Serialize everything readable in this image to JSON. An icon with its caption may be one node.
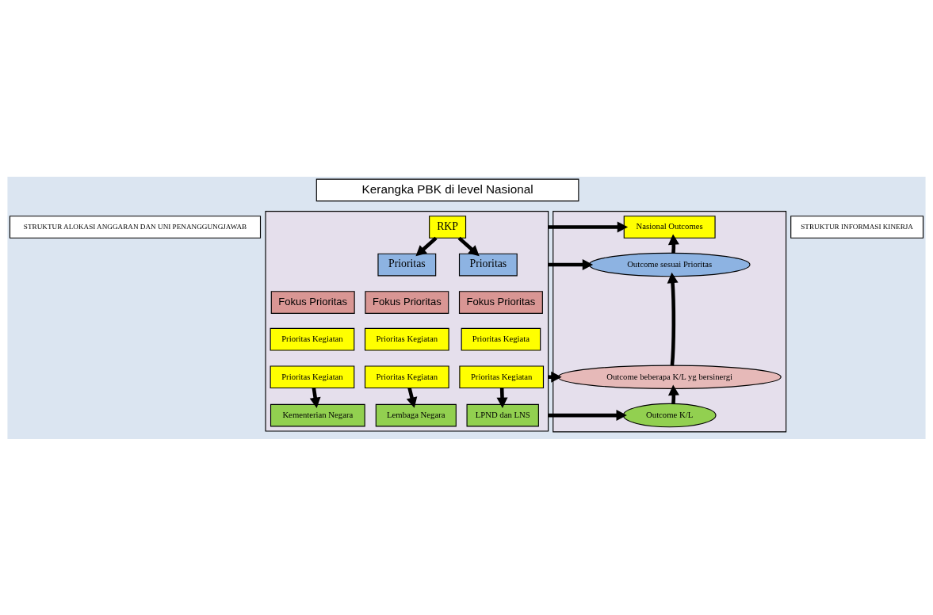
{
  "diagram": {
    "nodes": [
      {
        "text": [
          "STRUKTUR ALOKASI ANGGARAN DAN UNI PENANGGUNGJAWAB"
        ]
      },
      {
        "text": [
          "Kerangka PBK di level Nasional"
        ]
      },
      {
        "text": [],
        "shape": "box"
      },
      {
        "text": [
          "RKP"
        ],
        "in": 2
      },
      {
        "text": [
          "Prioritas"
        ],
        "in": 2
      },
      {
        "text": [
          "Prioritas"
        ],
        "in": 2
      },
      {
        "text": [
          "Fokus Prioritas"
        ],
        "in": 2
      },
      {
        "text": [
          "Fokus Prioritas"
        ],
        "in": 2
      },
      {
        "text": [
          "Fokus Prioritas"
        ],
        "in": 2
      },
      {
        "text": [
          "Prioritas Kegiatan"
        ],
        "in": 2
      },
      {
        "text": [
          "Prioritas Kegiatan"
        ],
        "in": 2
      },
      {
        "text": [
          "Prioritas Kegiata"
        ],
        "in": 2
      },
      {
        "text": [
          "Prioritas Kegiatan"
        ],
        "in": 2
      },
      {
        "text": [
          "Prioritas Kegiatan"
        ],
        "in": 2
      },
      {
        "text": [
          "Prioritas Kegiatan"
        ],
        "in": 2
      },
      {
        "text": [
          "Kementerian Negara"
        ],
        "in": 2
      },
      {
        "text": [
          "Lembaga Negara"
        ],
        "in": 2
      },
      {
        "text": [
          "LPND dan LNS"
        ],
        "in": 2
      },
      {
        "text": [],
        "shape": "box"
      },
      {
        "text": [
          "Nasional Outcomes"
        ],
        "in": 18
      },
      {
        "text": [
          "Outcome sesuai Prioritas"
        ],
        "in": 18
      },
      {
        "text": [
          "Outcome beberapa K/L yg bersinergi"
        ],
        "in": 18
      },
      {
        "text": [
          "Outcome K/L"
        ],
        "in": 18
      },
      {
        "text": [
          "STRUKTUR INFORMASI KINERJA"
        ]
      }
    ],
    "edges": [
      {
        "from": 3,
        "to": 4,
        "arrow": "to"
      },
      {
        "from": 3,
        "to": 5,
        "arrow": "to"
      },
      {
        "from": 12,
        "to": 15,
        "arrow": "to"
      },
      {
        "from": 13,
        "to": 16,
        "arrow": "to"
      },
      {
        "from": 14,
        "to": 17,
        "arrow": "to"
      },
      {
        "from": 2,
        "to": 19,
        "arrow": "to"
      },
      {
        "from": 2,
        "to": 20,
        "arrow": "to"
      },
      {
        "from": 2,
        "to": 21,
        "arrow": "to"
      },
      {
        "from": 2,
        "to": 22,
        "arrow": "to"
      },
      {
        "from": 22,
        "to": 21,
        "arrow": "to"
      },
      {
        "from": 21,
        "to": 20,
        "arrow": "to"
      },
      {
        "from": 20,
        "to": 19,
        "arrow": "to"
      }
    ]
  }
}
